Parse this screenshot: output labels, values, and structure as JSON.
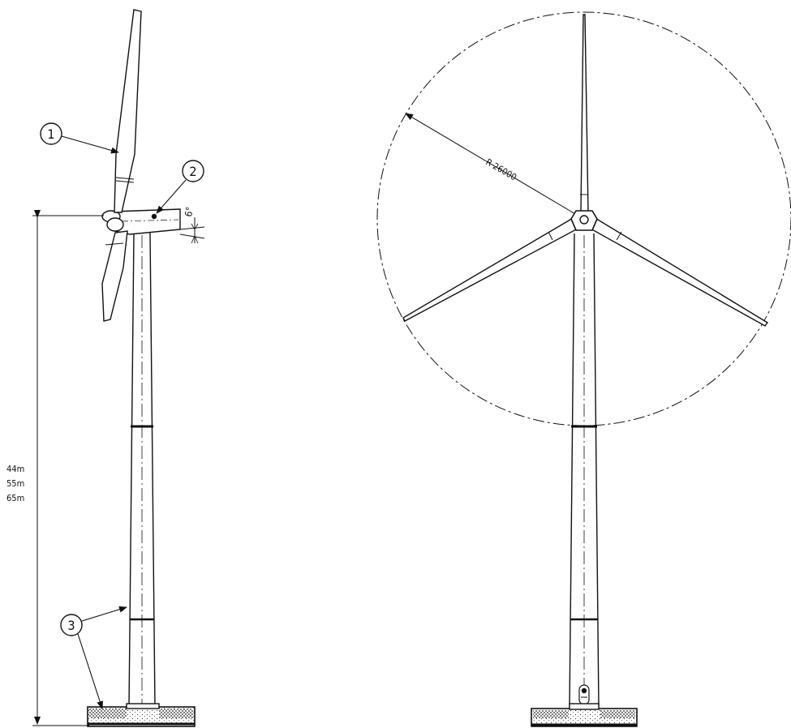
{
  "callouts": [
    {
      "number": "1"
    },
    {
      "number": "2"
    },
    {
      "number": "3"
    }
  ],
  "side_view": {
    "hub_heights": [
      "44m",
      "55m",
      "65m"
    ],
    "tilt_angle": "6°"
  },
  "front_view": {
    "rotor_radius_label": "R 26000"
  }
}
